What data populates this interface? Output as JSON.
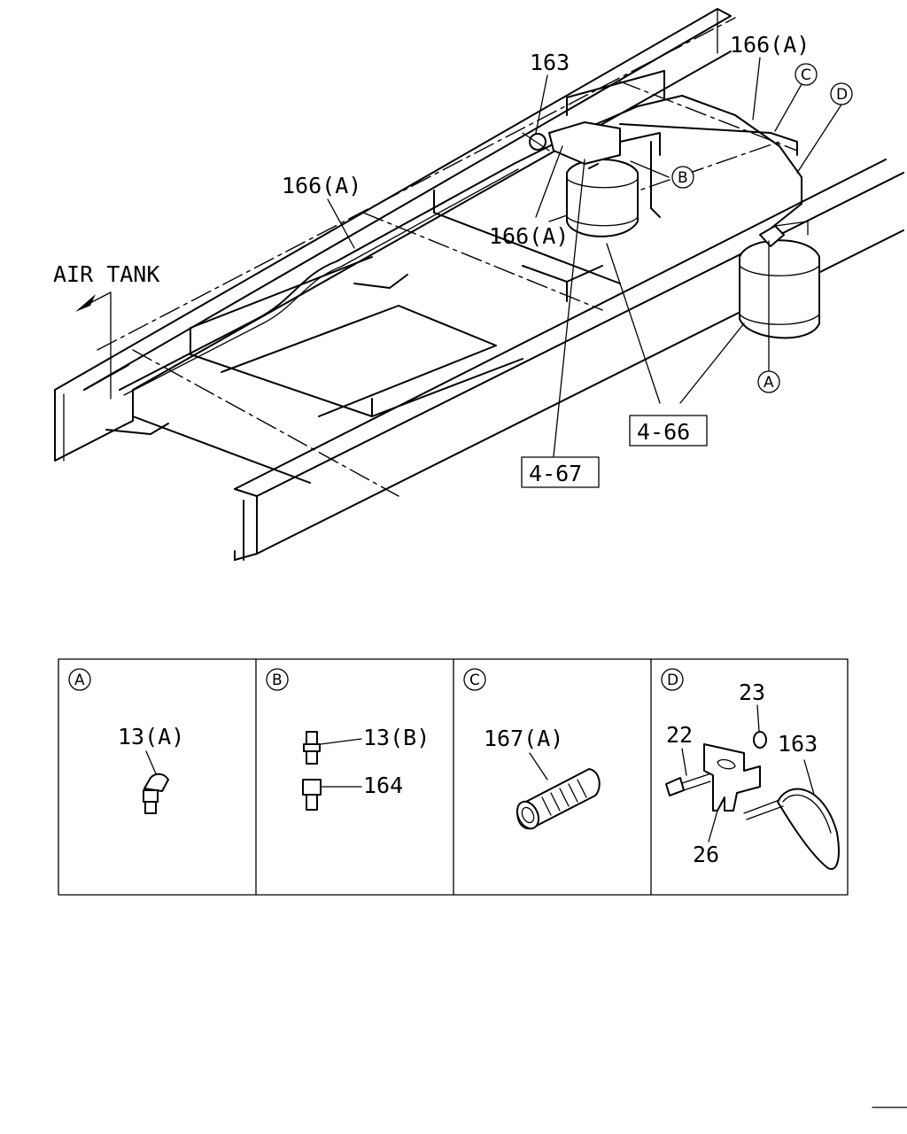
{
  "diagram": {
    "labels": {
      "air_tank": "AIR TANK",
      "l163_top": "163",
      "l166a_top_right": "166(A)",
      "l166a_left": "166(A)",
      "l166a_center": "166(A)",
      "ref_466": "4-66",
      "ref_467": "4-67",
      "callout_a": "A",
      "callout_b": "B",
      "callout_c": "C",
      "callout_d": "D"
    }
  },
  "detail_panels": [
    {
      "marker": "A",
      "parts": [
        "13(A)"
      ]
    },
    {
      "marker": "B",
      "parts": [
        "13(B)",
        "164"
      ]
    },
    {
      "marker": "C",
      "parts": [
        "167(A)"
      ]
    },
    {
      "marker": "D",
      "parts": [
        "23",
        "22",
        "163",
        "26"
      ]
    }
  ]
}
